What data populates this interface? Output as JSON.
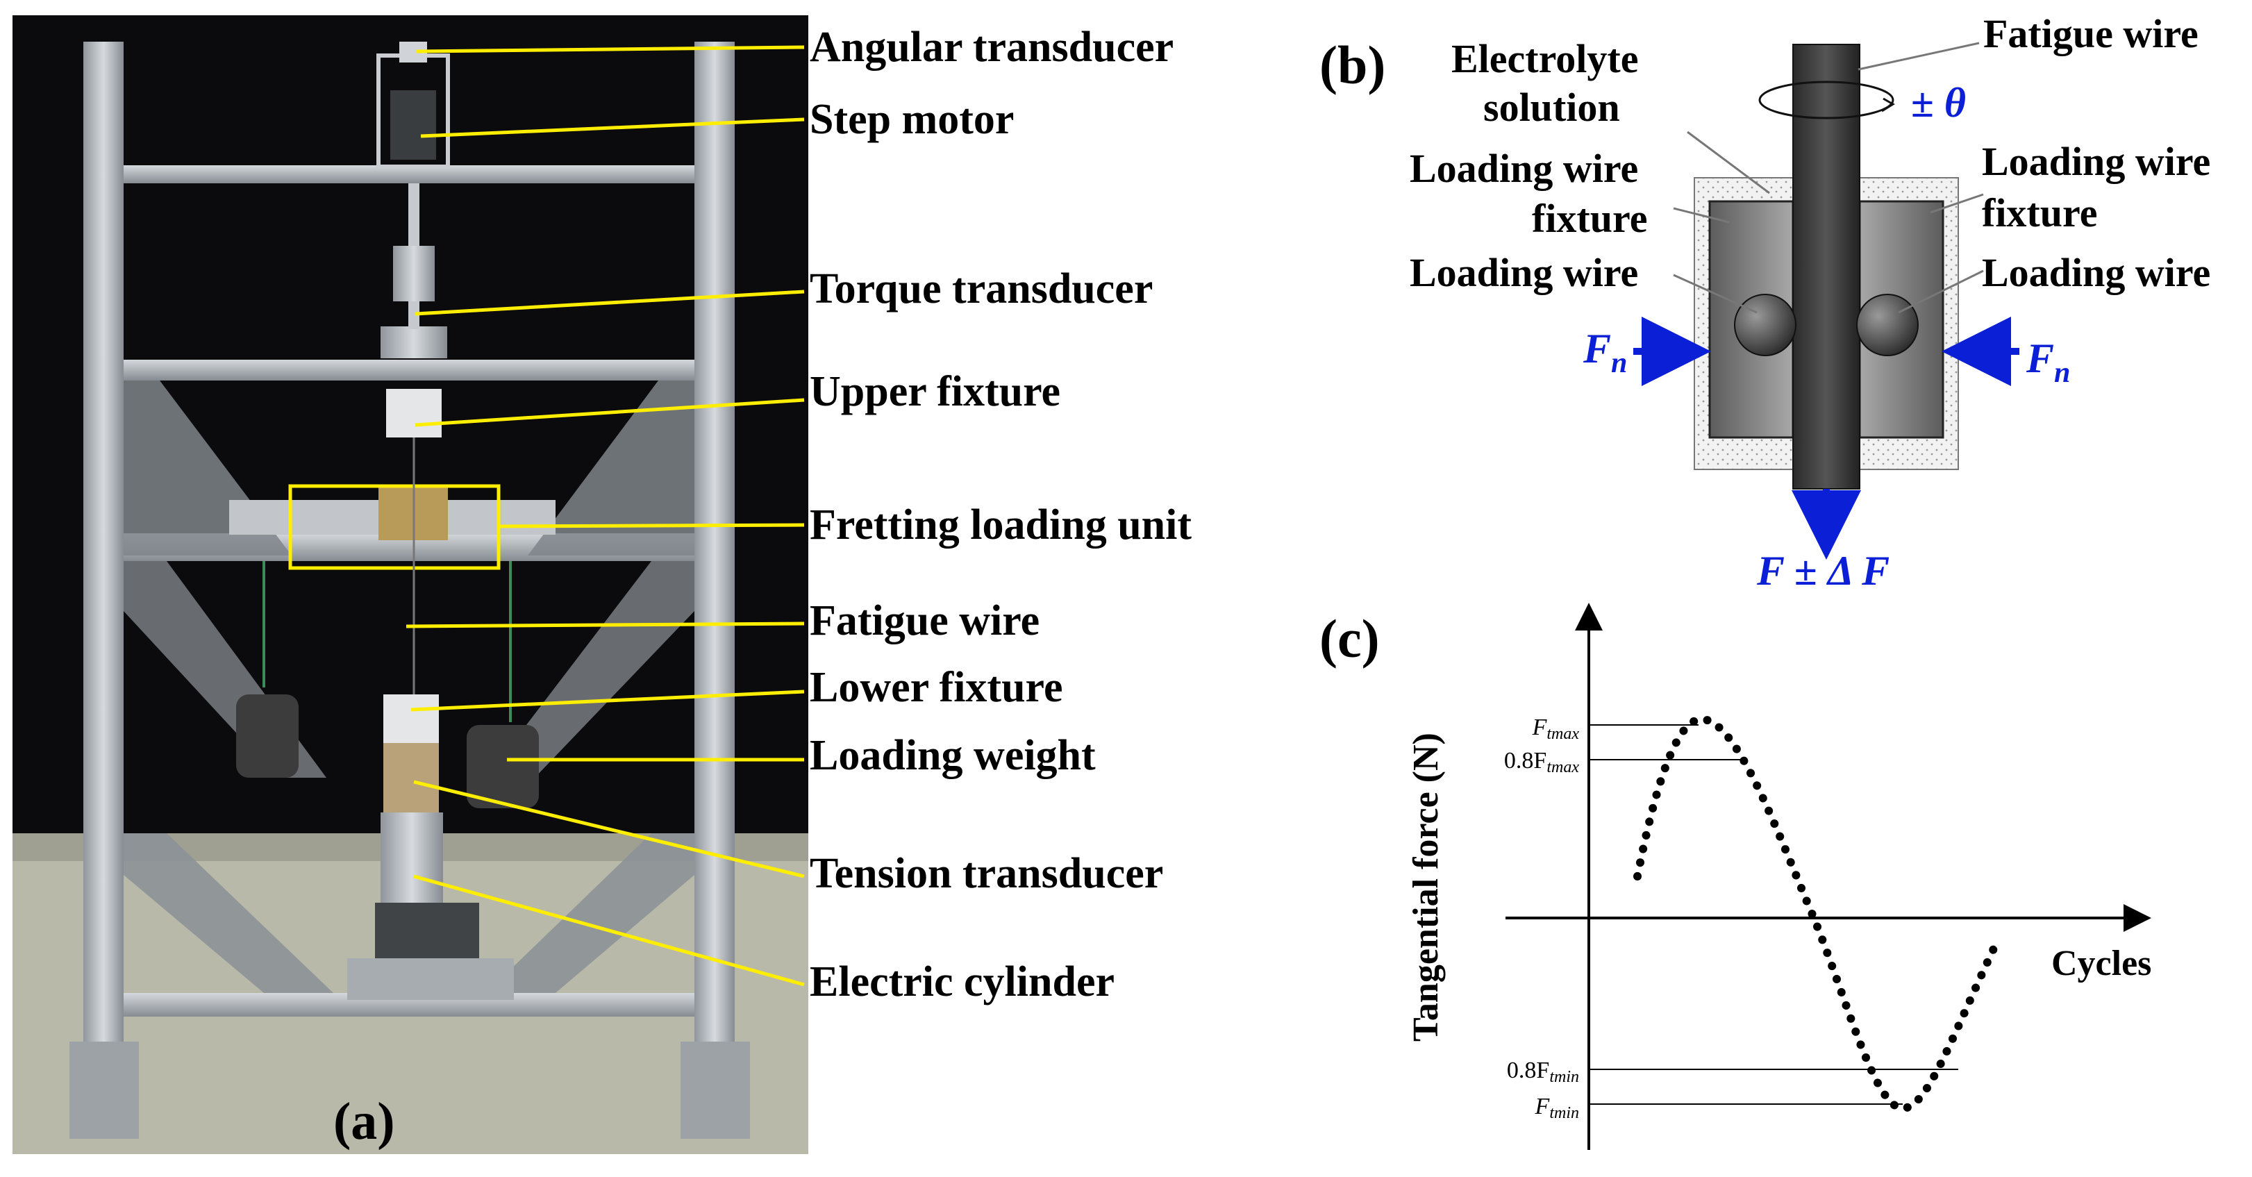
{
  "panel_a": {
    "letter": "(a)",
    "labels": [
      "Angular transducer",
      "Step motor",
      "Torque transducer",
      "Upper fixture",
      "Fretting loading unit",
      "Fatigue wire",
      "Lower fixture",
      "Loading weight",
      "Tension transducer",
      "Electric cylinder"
    ]
  },
  "panel_b": {
    "letter": "(b)",
    "fatigue_wire": "Fatigue wire",
    "electrolyte_1": "Electrolyte",
    "electrolyte_2": "solution",
    "angle": "± θ",
    "left_fixture_1": "Loading wire",
    "left_fixture_2": "fixture",
    "left_wire": "Loading wire",
    "right_fixture_1": "Loading wire",
    "right_fixture_2": "fixture",
    "right_wire": "Loading wire",
    "force_left": "F",
    "force_left_sub": "n",
    "force_right": "F",
    "force_right_sub": "n",
    "axial_force": "F ± Δ F"
  },
  "panel_c": {
    "letter": "(c)",
    "ylabel": "Tangential force (N)",
    "xlabel": "Cycles",
    "ref_lines": [
      {
        "pre": "F",
        "sub": "tmax"
      },
      {
        "pre": "0.8F",
        "sub": "tmax"
      },
      {
        "pre": "0.8F",
        "sub": "tmin"
      },
      {
        "pre": "F",
        "sub": "tmin"
      }
    ]
  },
  "colors": {
    "leader_yellow": "#ffee00",
    "force_blue": "#0a1fd6",
    "photo_background": "#0b0b0d",
    "floor": "#b8b8a8"
  }
}
